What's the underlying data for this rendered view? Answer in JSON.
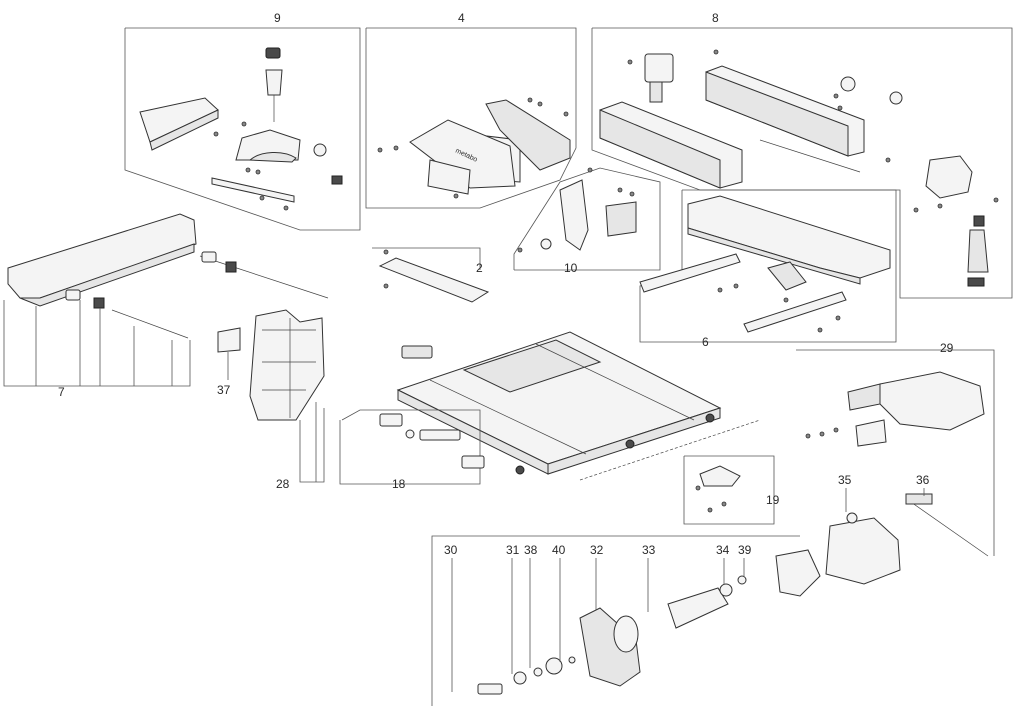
{
  "callouts": {
    "c9": "9",
    "c4": "4",
    "c8": "8",
    "c2": "2",
    "c10": "10",
    "c6": "6",
    "c7": "7",
    "c37": "37",
    "c28": "28",
    "c18": "18",
    "c19": "19",
    "c29": "29",
    "c35": "35",
    "c36": "36",
    "c30": "30",
    "c31": "31",
    "c38": "38",
    "c40": "40",
    "c32": "32",
    "c33": "33",
    "c34": "34",
    "c39": "39"
  },
  "colors": {
    "line": "#555555",
    "outline": "#333333",
    "fill": "#f4f4f4",
    "text": "#2a2a2a"
  },
  "logo_text": "metabo"
}
